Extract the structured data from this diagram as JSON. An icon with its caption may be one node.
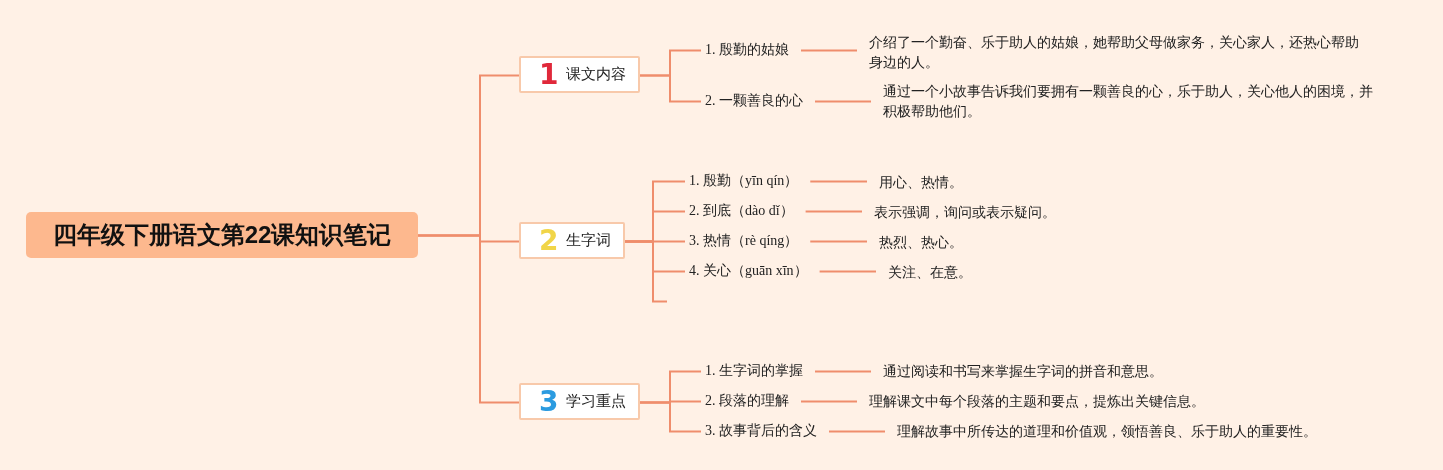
{
  "diagram": {
    "nodes": [
      {
        "text": [
          "四年级下册语文第22课知识笔记"
        ]
      },
      {
        "text": [
          "1",
          "课文内容"
        ]
      },
      {
        "text": [
          "1. 殷勤的姑娘"
        ]
      },
      {
        "text": [
          "介绍了一个勤奋、乐于助人的姑娘，她帮助父母做家务，关心家人，还热心帮助身边的人。"
        ]
      },
      {
        "text": [
          "2. 一颗善良的心"
        ]
      },
      {
        "text": [
          "通过一个小故事告诉我们要拥有一颗善良的心，乐于助人，关心他人的困境，并积极帮助他们。"
        ]
      },
      {
        "text": [
          "2",
          "生字词"
        ]
      },
      {
        "text": [
          "1. 殷勤（yīn qín）"
        ]
      },
      {
        "text": [
          "用心、热情。"
        ]
      },
      {
        "text": [
          "2. 到底（dào dǐ）"
        ]
      },
      {
        "text": [
          "表示强调，询问或表示疑问。"
        ]
      },
      {
        "text": [
          "3. 热情（rè qíng）"
        ]
      },
      {
        "text": [
          "热烈、热心。"
        ]
      },
      {
        "text": [
          "4. 关心（guān xīn）"
        ]
      },
      {
        "text": [
          "关注、在意。"
        ]
      },
      {
        "text": [
          "3",
          "学习重点"
        ]
      },
      {
        "text": [
          "1. 生字词的掌握"
        ]
      },
      {
        "text": [
          "通过阅读和书写来掌握生字词的拼音和意思。"
        ]
      },
      {
        "text": [
          "2. 段落的理解"
        ]
      },
      {
        "text": [
          "理解课文中每个段落的主题和要点，提炼出关键信息。"
        ]
      },
      {
        "text": [
          "3. 故事背后的含义"
        ]
      },
      {
        "text": [
          "理解故事中所传达的道理和价值观，领悟善良、乐于助人的重要性。"
        ]
      }
    ],
    "edges": [
      {
        "from": 0,
        "to": 1,
        "arrow": "none"
      },
      {
        "from": 0,
        "to": 6,
        "arrow": "none"
      },
      {
        "from": 0,
        "to": 15,
        "arrow": "none"
      },
      {
        "from": 1,
        "to": 2,
        "arrow": "none"
      },
      {
        "from": 2,
        "to": 3,
        "arrow": "none"
      },
      {
        "from": 1,
        "to": 4,
        "arrow": "none"
      },
      {
        "from": 4,
        "to": 5,
        "arrow": "none"
      },
      {
        "from": 6,
        "to": 7,
        "arrow": "none"
      },
      {
        "from": 7,
        "to": 8,
        "arrow": "none"
      },
      {
        "from": 6,
        "to": 9,
        "arrow": "none"
      },
      {
        "from": 9,
        "to": 10,
        "arrow": "none"
      },
      {
        "from": 6,
        "to": 11,
        "arrow": "none"
      },
      {
        "from": 11,
        "to": 12,
        "arrow": "none"
      },
      {
        "from": 6,
        "to": 13,
        "arrow": "none"
      },
      {
        "from": 13,
        "to": 14,
        "arrow": "none"
      },
      {
        "from": 6,
        "to": null,
        "arrow": "none"
      },
      {
        "from": 15,
        "to": 16,
        "arrow": "none"
      },
      {
        "from": 16,
        "to": 17,
        "arrow": "none"
      },
      {
        "from": 15,
        "to": 18,
        "arrow": "none"
      },
      {
        "from": 18,
        "to": 19,
        "arrow": "none"
      },
      {
        "from": 15,
        "to": 20,
        "arrow": "none"
      },
      {
        "from": 20,
        "to": 21,
        "arrow": "none"
      }
    ]
  }
}
